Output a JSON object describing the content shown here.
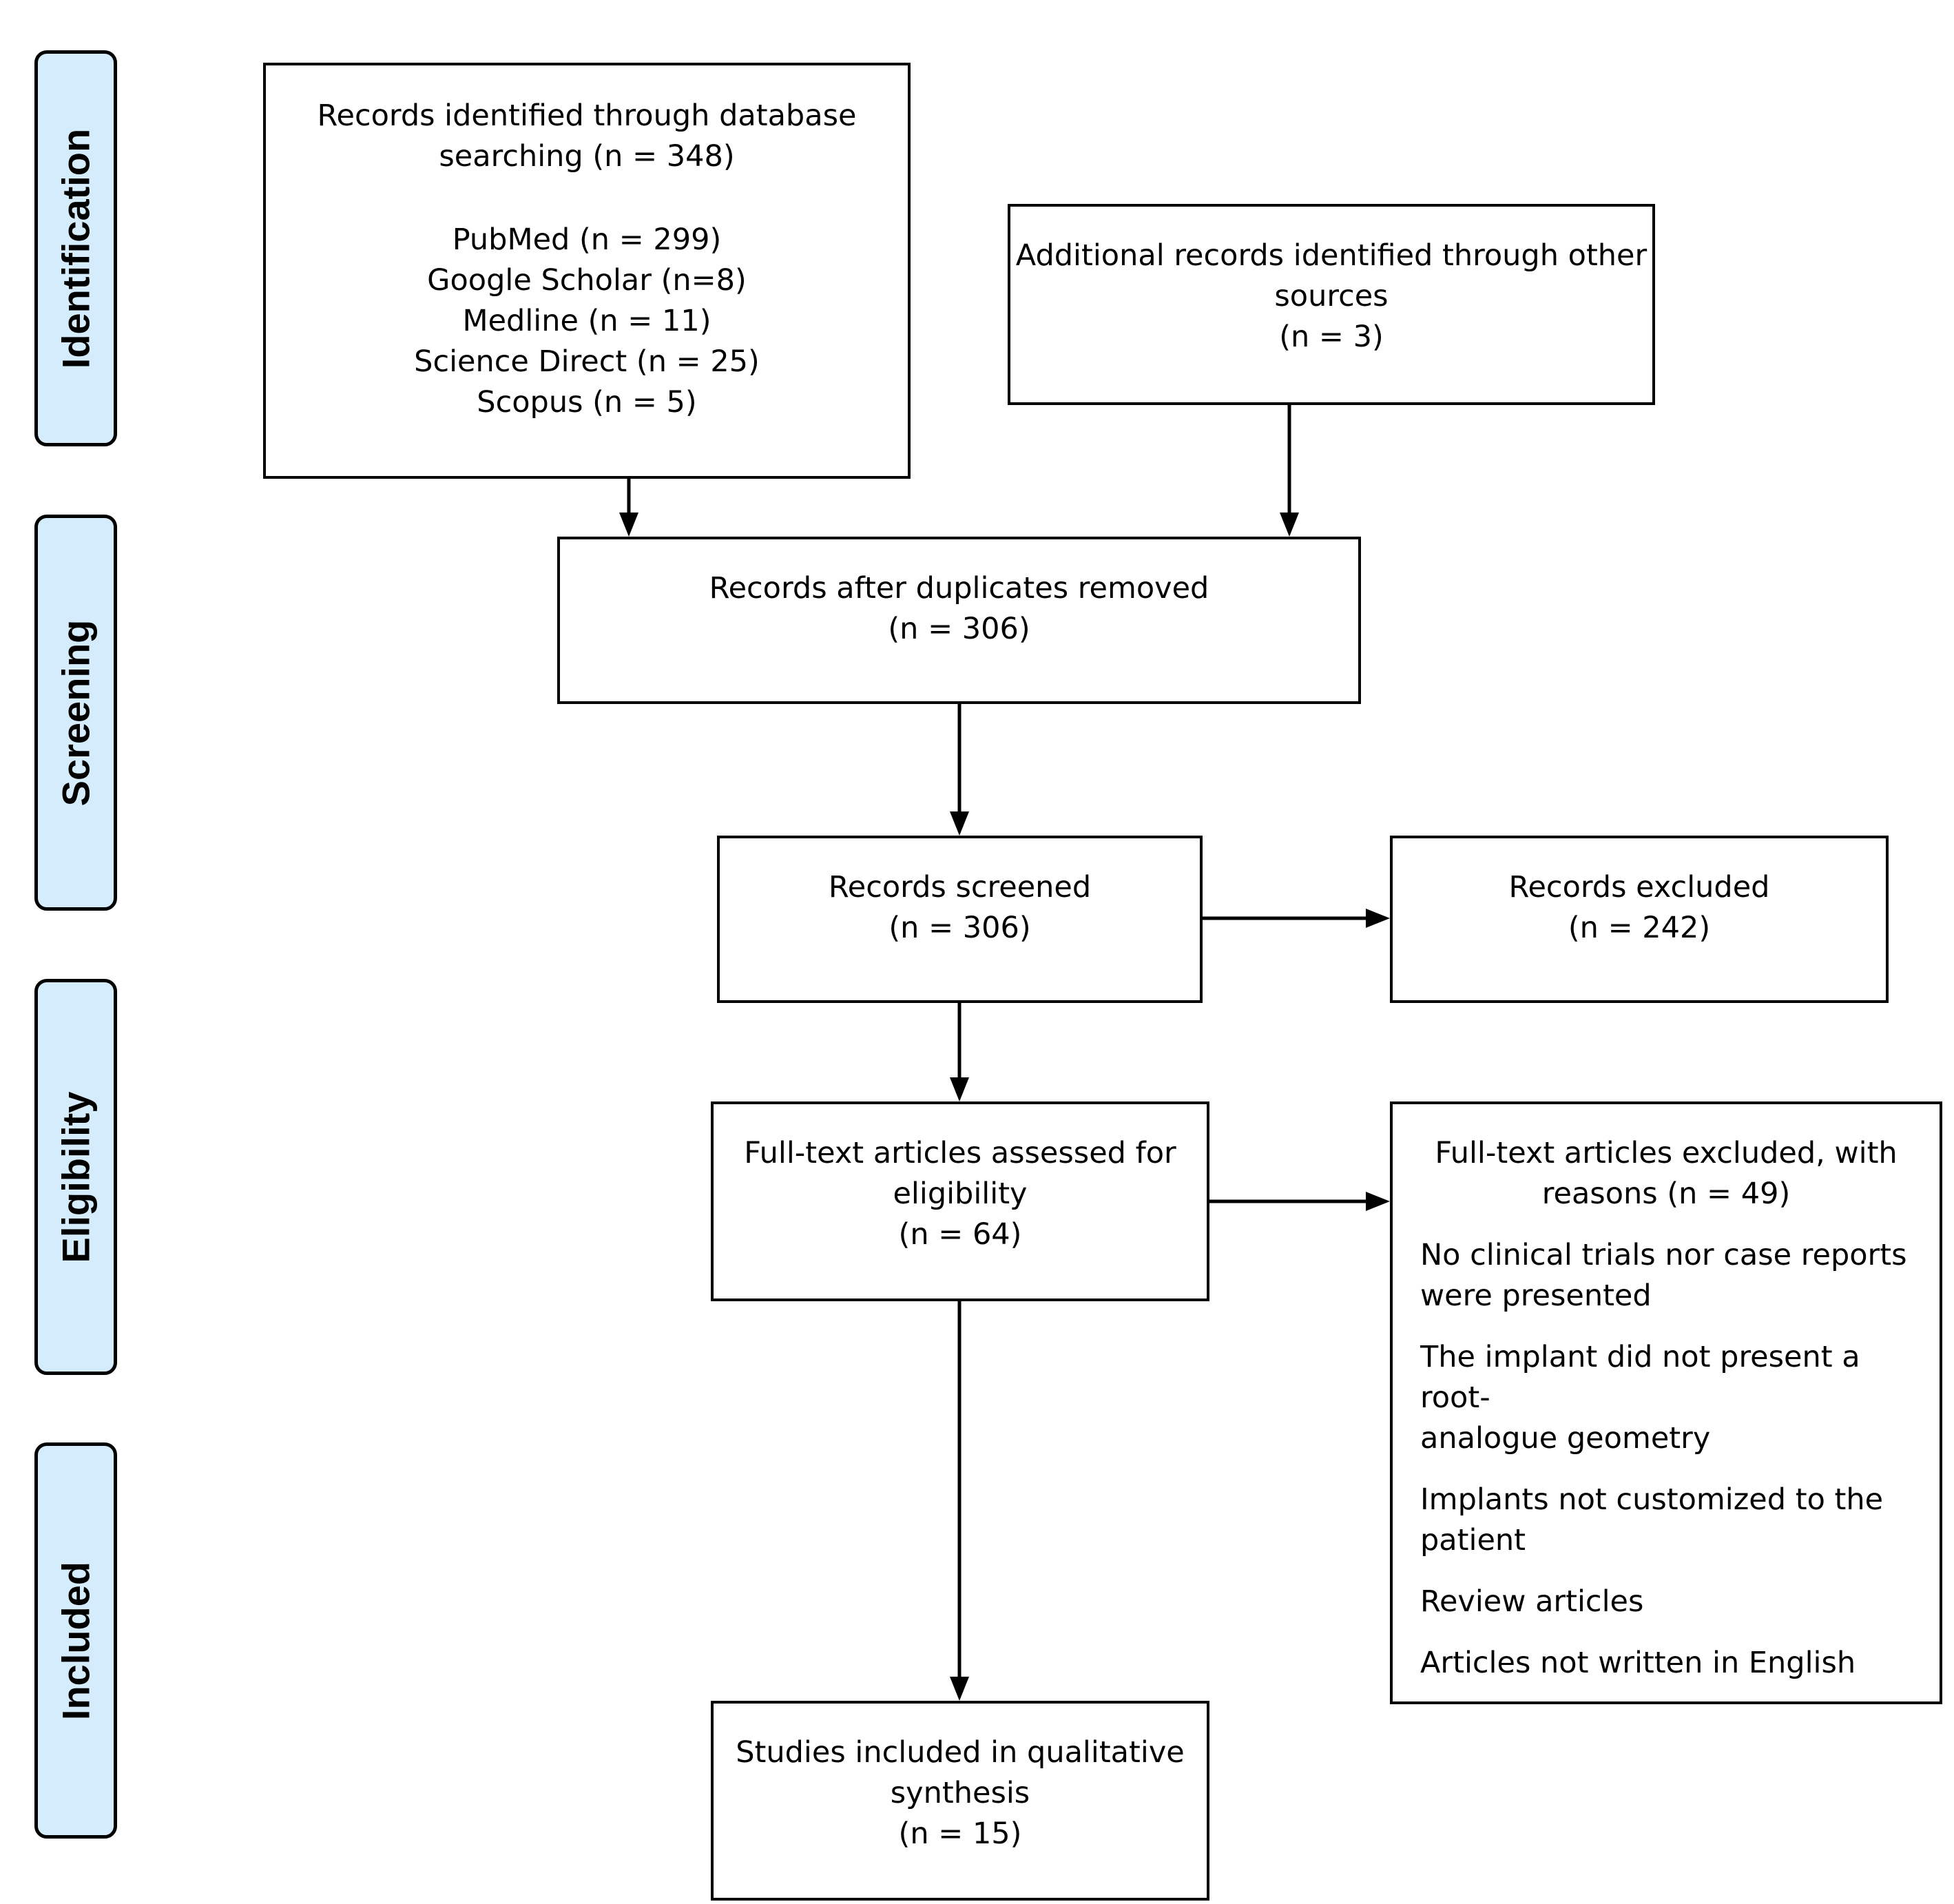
{
  "stages": {
    "identification": "Identification",
    "screening": "Screening",
    "eligibility": "Eligibility",
    "included": "Included"
  },
  "boxes": {
    "database_search": {
      "lines": [
        "Records identified through database",
        "searching (n = 348)"
      ],
      "sources": [
        "PubMed (n = 299)",
        "Google Scholar (n=8)",
        "Medline (n = 11)",
        "Science Direct (n = 25)",
        "Scopus (n = 5)"
      ]
    },
    "other_sources": {
      "lines": [
        "Additional records identified through other",
        "sources",
        "(n = 3)"
      ]
    },
    "duplicates_removed": {
      "lines": [
        "Records after duplicates removed",
        "(n = 306)"
      ]
    },
    "screened": {
      "lines": [
        "Records screened",
        "(n = 306)"
      ]
    },
    "excluded": {
      "lines": [
        "Records excluded",
        "(n = 242)"
      ]
    },
    "fulltext_assessed": {
      "lines": [
        "Full-text articles assessed for",
        "eligibility",
        "(n = 64)"
      ]
    },
    "fulltext_excluded": {
      "lines": [
        "Full-text articles excluded, with",
        "reasons (n = 49)"
      ],
      "reasons": [
        [
          "No clinical trials nor case reports",
          "were presented"
        ],
        [
          "The implant did not present a root-",
          "analogue geometry"
        ],
        [
          "Implants not customized to the",
          "patient"
        ],
        [
          "Review articles"
        ],
        [
          "Articles not written in English"
        ]
      ]
    },
    "included": {
      "lines": [
        "Studies included in qualitative",
        "synthesis",
        "(n = 15)"
      ]
    }
  }
}
